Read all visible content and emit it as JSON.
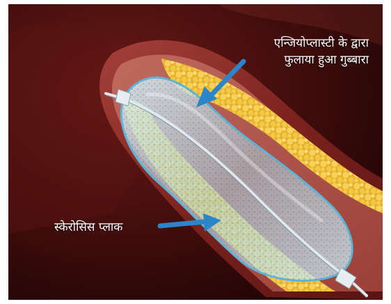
{
  "labels": {
    "balloon_line1": "एन्जियोप्लास्टी के द्वारा",
    "balloon_line2": "फुलाया हुआ गुब्बारा",
    "plaque": "स्केरोसिस प्लाक"
  },
  "colors": {
    "background": "#3a0a0a",
    "vessel_wall": "#8e2a24",
    "plaque": "#f2c23a",
    "balloon": "#9ad0e0",
    "arrow": "#2a86c8",
    "label_text": "#ffffff"
  }
}
